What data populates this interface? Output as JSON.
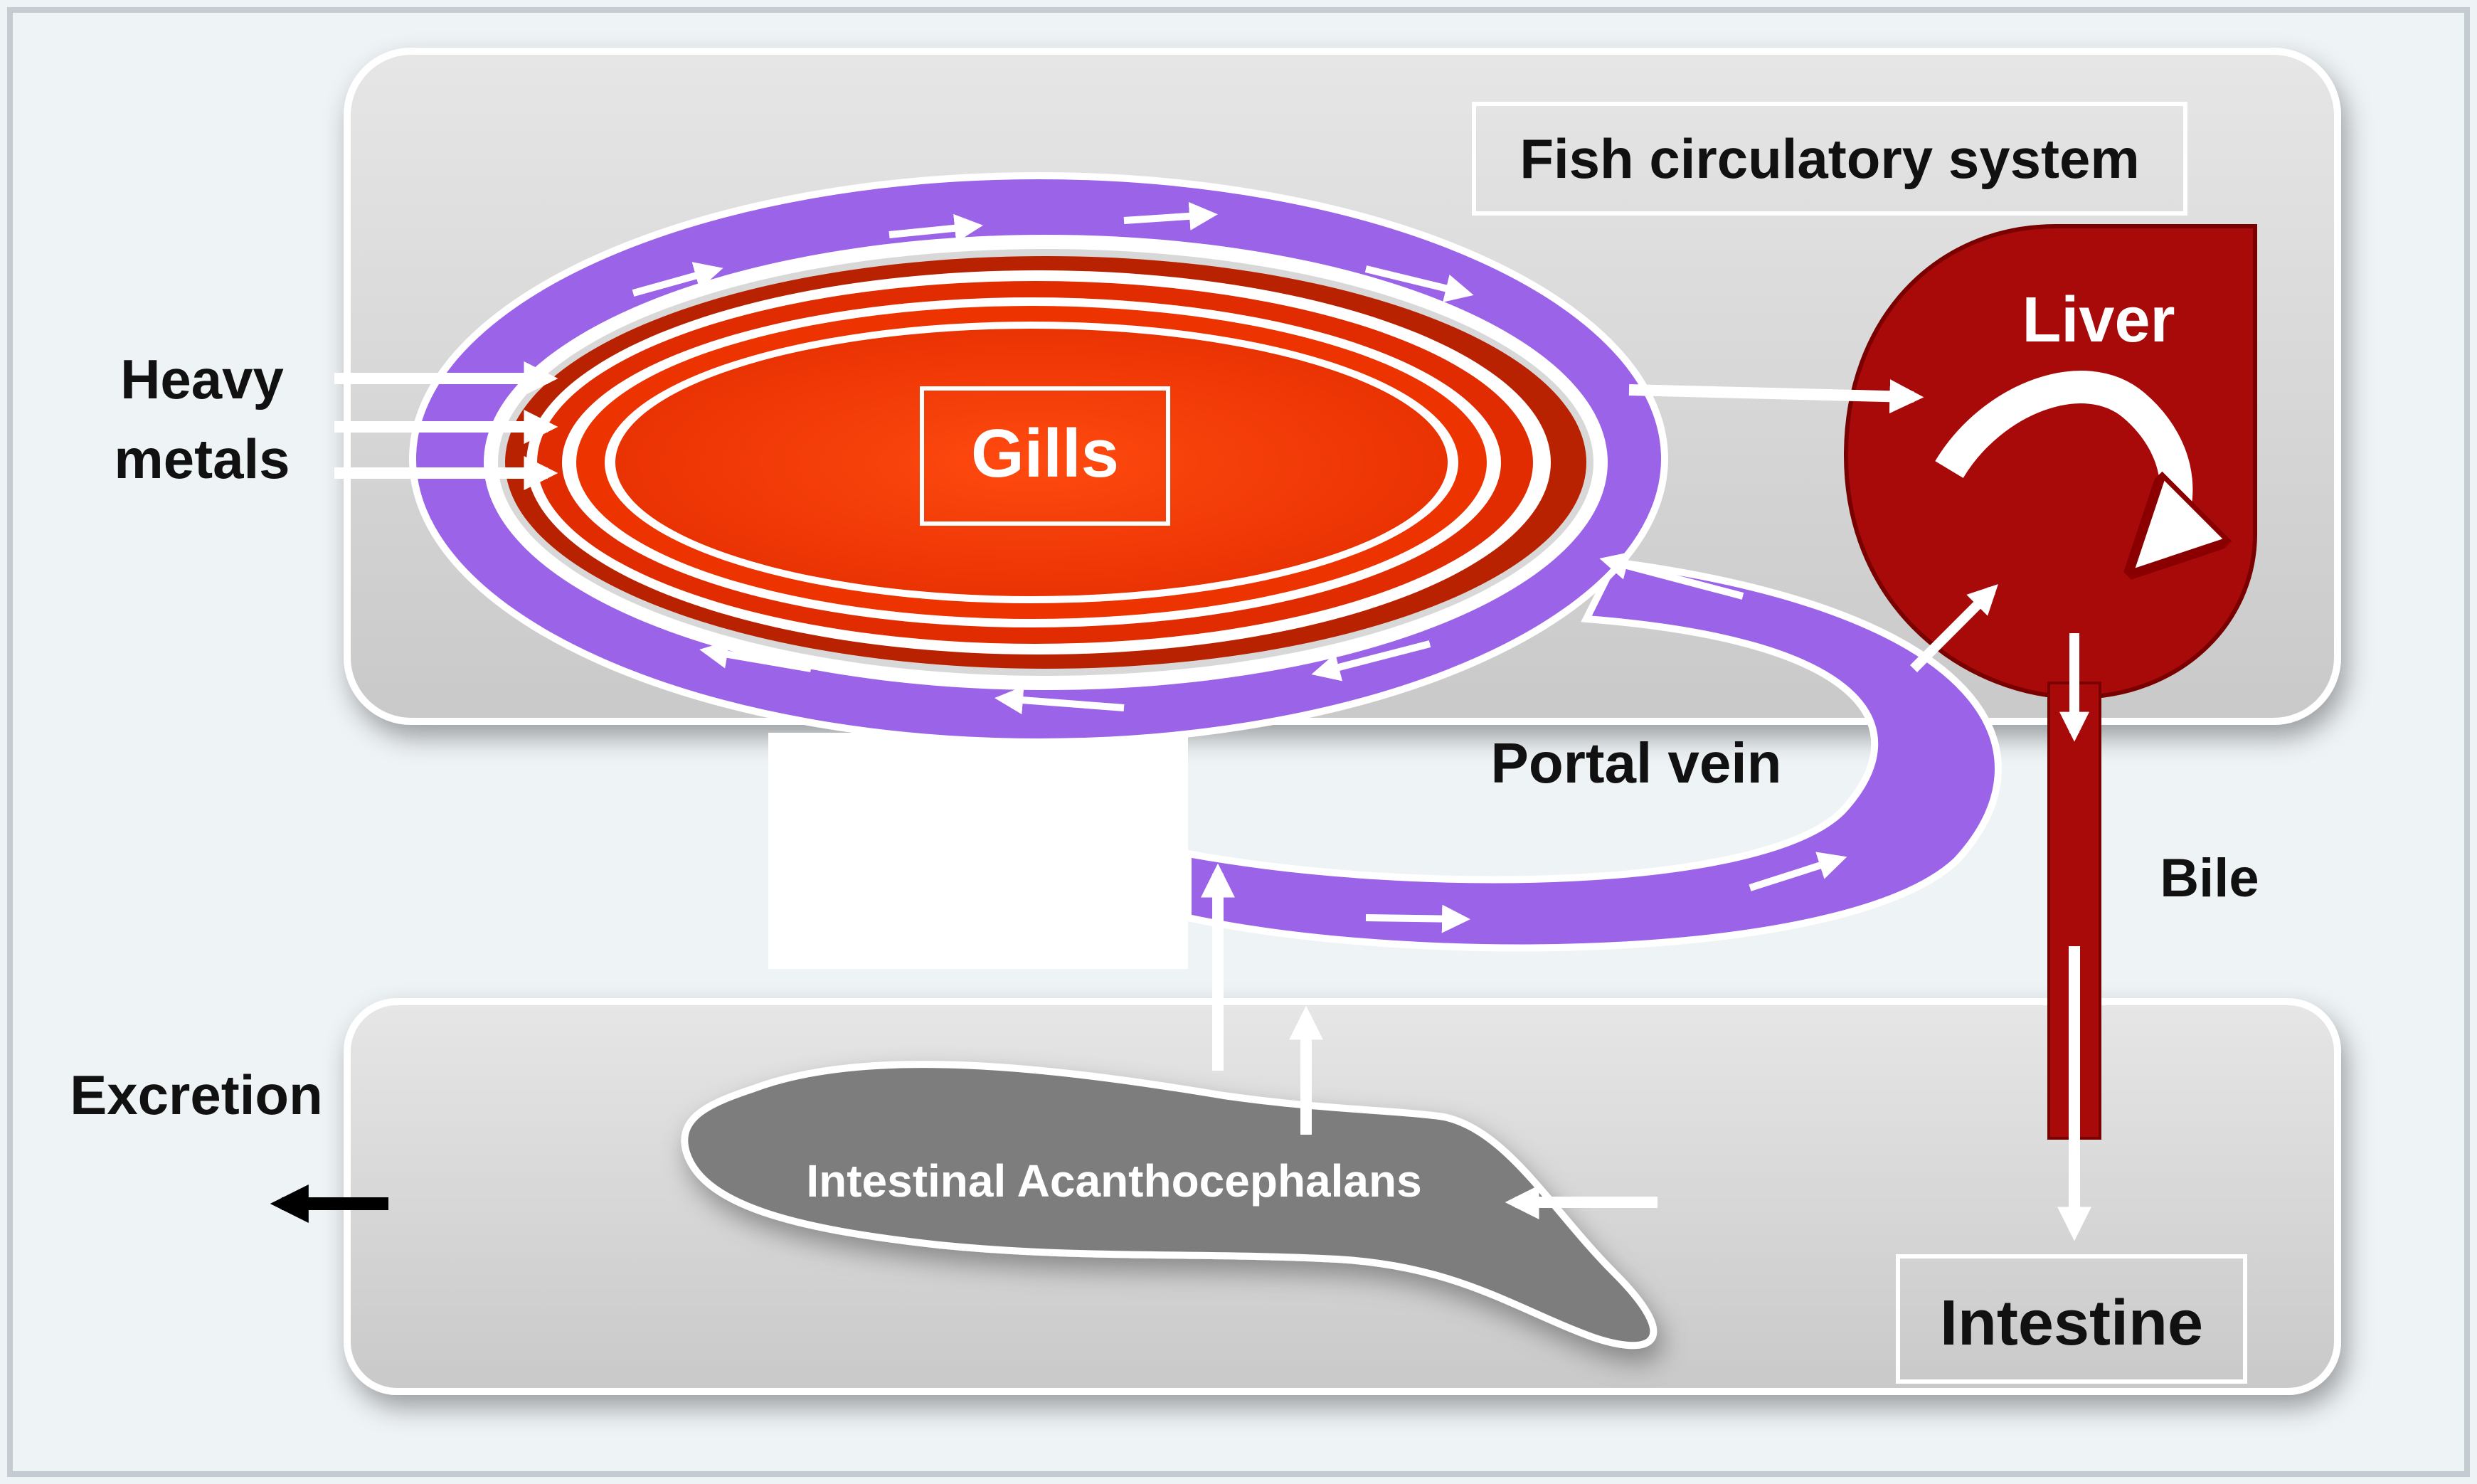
{
  "labels": {
    "system_title": "Fish circulatory system",
    "gills": "Gills",
    "liver": "Liver",
    "heavy_metals_line1": "Heavy",
    "heavy_metals_line2": "metals",
    "portal_vein": "Portal vein",
    "bile": "Bile",
    "excretion": "Excretion",
    "acanthocephalans": "Intestinal Acanthocephalans",
    "intestine": "Intestine"
  },
  "colors": {
    "background": "#eef3f6",
    "panel": "#d3d3d3",
    "vessel": "#9b63e8",
    "gills": "#ff3300",
    "gills_dark": "#d42a00",
    "liver": "#a80a0a",
    "bile_duct": "#a80a0a",
    "parasite": "#7d7d7d",
    "arrows": "#ffffff",
    "excretion_arrow": "#000000"
  }
}
